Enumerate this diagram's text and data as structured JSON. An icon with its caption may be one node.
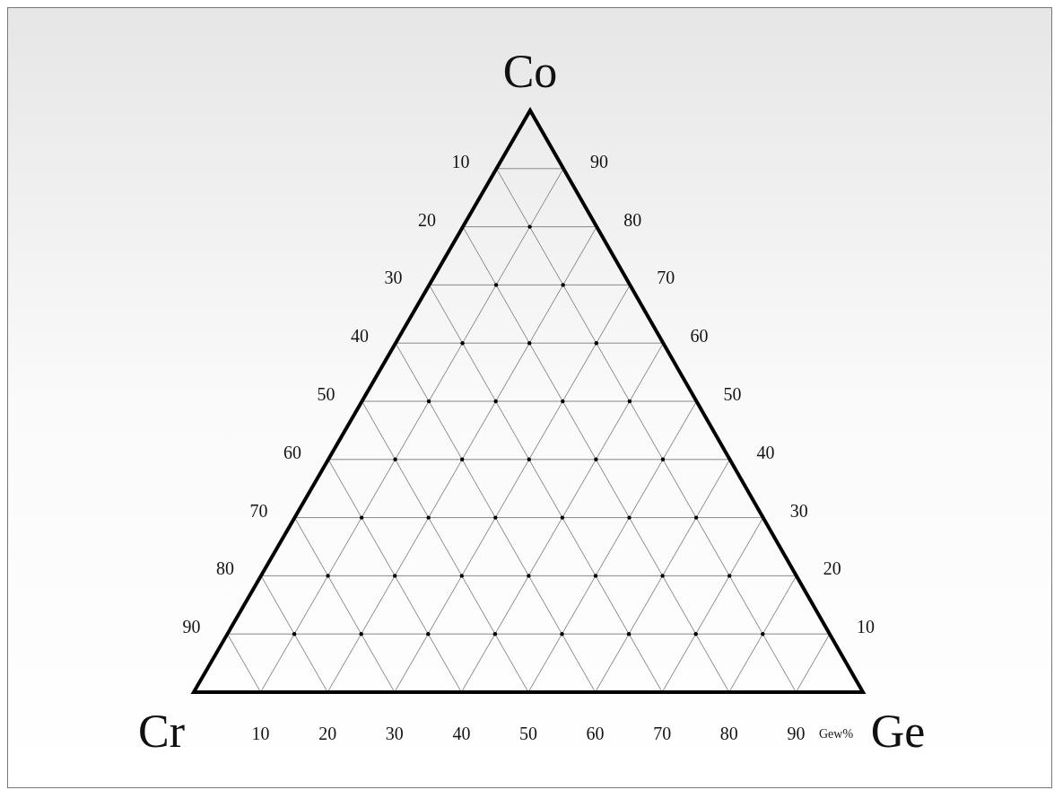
{
  "diagram": {
    "labels": [
      "Co",
      "10",
      "90",
      "20",
      "80",
      "30",
      "70",
      "40",
      "60",
      "50",
      "50",
      "60",
      "40",
      "70",
      "30",
      "80",
      "20",
      "90",
      "10",
      "Cr",
      "10",
      "20",
      "30",
      "40",
      "50",
      "60",
      "70",
      "80",
      "90",
      "Gew%",
      "Ge"
    ]
  }
}
